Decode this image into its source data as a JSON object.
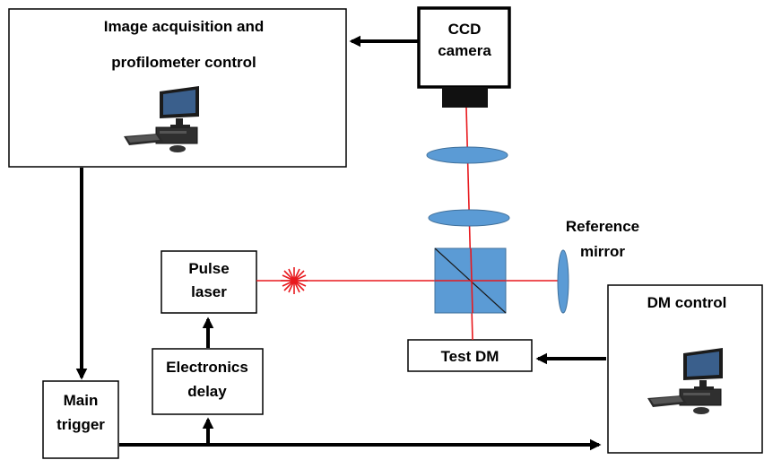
{
  "boxes": {
    "acquisition": {
      "line1": "Image acquisition and",
      "line2": "profilometer control"
    },
    "ccd": {
      "line1": "CCD",
      "line2": "camera"
    },
    "pulse_laser": {
      "line1": "Pulse",
      "line2": "laser"
    },
    "electronics_delay": {
      "line1": "Electronics",
      "line2": "delay"
    },
    "main_trigger": {
      "line1": "Main",
      "line2": "trigger"
    },
    "test_dm": {
      "label": "Test DM"
    },
    "dm_control": {
      "label": "DM control"
    }
  },
  "reference_mirror": {
    "line1": "Reference",
    "line2": "mirror"
  },
  "icons": {
    "computer": "desktop-computer-icon",
    "laser_source": "laser-starburst-icon",
    "lens": "lens-icon",
    "beam_splitter": "beam-splitter-icon"
  },
  "colors": {
    "beam": "#e8191e",
    "optics_fill": "#5b9bd5",
    "optics_stroke": "#41719c",
    "box_stroke": "#000000"
  }
}
